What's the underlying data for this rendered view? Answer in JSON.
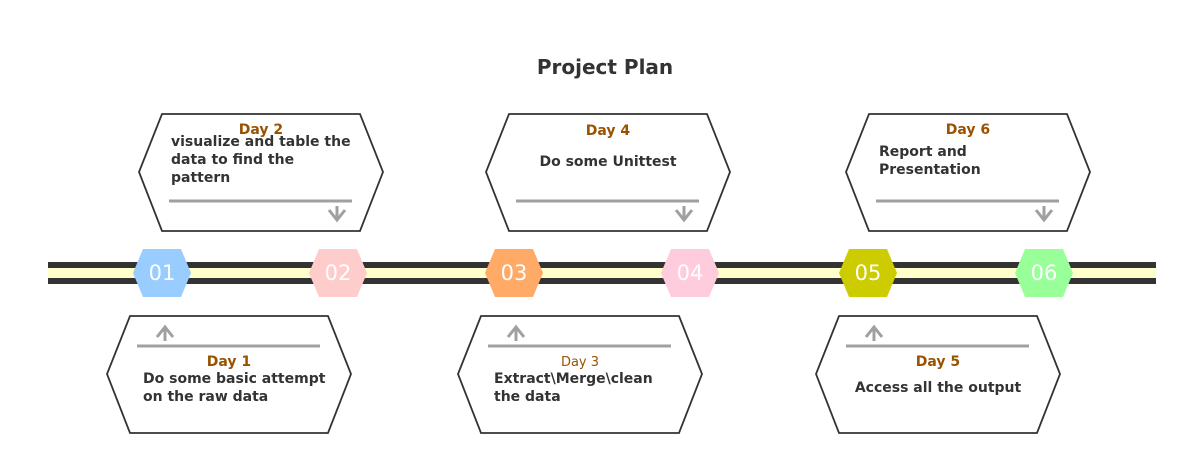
{
  "title": "Project Plan",
  "nodes": [
    {
      "label": "01",
      "color": "#99ccff"
    },
    {
      "label": "02",
      "color": "#ffcccc"
    },
    {
      "label": "03",
      "color": "#ffaa66"
    },
    {
      "label": "04",
      "color": "#ffccdd"
    },
    {
      "label": "05",
      "color": "#cccc00"
    },
    {
      "label": "06",
      "color": "#99ff99"
    }
  ],
  "steps": [
    {
      "day": "Day 1",
      "text": "Do some basic attempt\non the raw data"
    },
    {
      "day": "Day 2",
      "text": "visualize and table the\ndata to find the\npattern"
    },
    {
      "day": "Day 3",
      "text": "Extract\\Merge\\clean\nthe data"
    },
    {
      "day": "Day 4",
      "text": "Do some Unittest"
    },
    {
      "day": "Day 5",
      "text": "Access all the output"
    },
    {
      "day": "Day 6",
      "text": "Report and\nPresentation"
    }
  ],
  "colors": {
    "track_dark": "#333333",
    "track_light": "#ffffcc",
    "card_border": "#333333",
    "divider": "#a0a0a0",
    "day_label": "#9a5200"
  }
}
